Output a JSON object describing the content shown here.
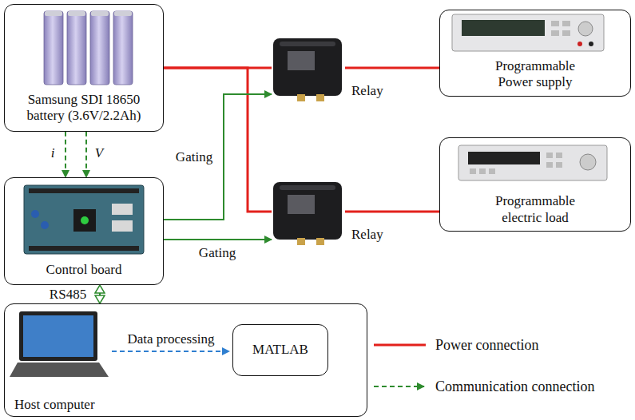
{
  "diagram": {
    "nodes": [
      {
        "text": [
          "Samsung SDI 18650 battery (3.6V/2.2Ah)"
        ]
      },
      {
        "text": [
          "Relay"
        ]
      },
      {
        "text": [
          "Programmable Power supply"
        ]
      },
      {
        "text": [
          "Control board"
        ]
      },
      {
        "text": [
          "Relay"
        ]
      },
      {
        "text": [
          "Programmable electric load"
        ]
      },
      {
        "text": [
          "Host computer"
        ]
      },
      {
        "text": [
          "MATLAB"
        ],
        "in": 6
      }
    ],
    "edges": [
      {
        "from": 0,
        "to": 1,
        "arrow": "none"
      },
      {
        "from": 0,
        "to": 4,
        "arrow": "none"
      },
      {
        "from": 1,
        "to": 2,
        "arrow": "none"
      },
      {
        "from": 4,
        "to": 5,
        "arrow": "none"
      },
      {
        "from": 3,
        "to": 1,
        "label": "Gating",
        "arrow": "to"
      },
      {
        "from": 3,
        "to": 4,
        "label": "Gating",
        "arrow": "to"
      },
      {
        "from": 0,
        "to": 3,
        "label": "i",
        "arrow": "to"
      },
      {
        "from": 0,
        "to": 3,
        "label": "V",
        "arrow": "to"
      },
      {
        "from": 3,
        "to": 6,
        "label": "RS485",
        "arrow": "both"
      }
    ],
    "labels": [
      "Data processing"
    ],
    "legend": [
      {
        "text": "Power connection"
      },
      {
        "text": "Communication connection"
      }
    ]
  }
}
